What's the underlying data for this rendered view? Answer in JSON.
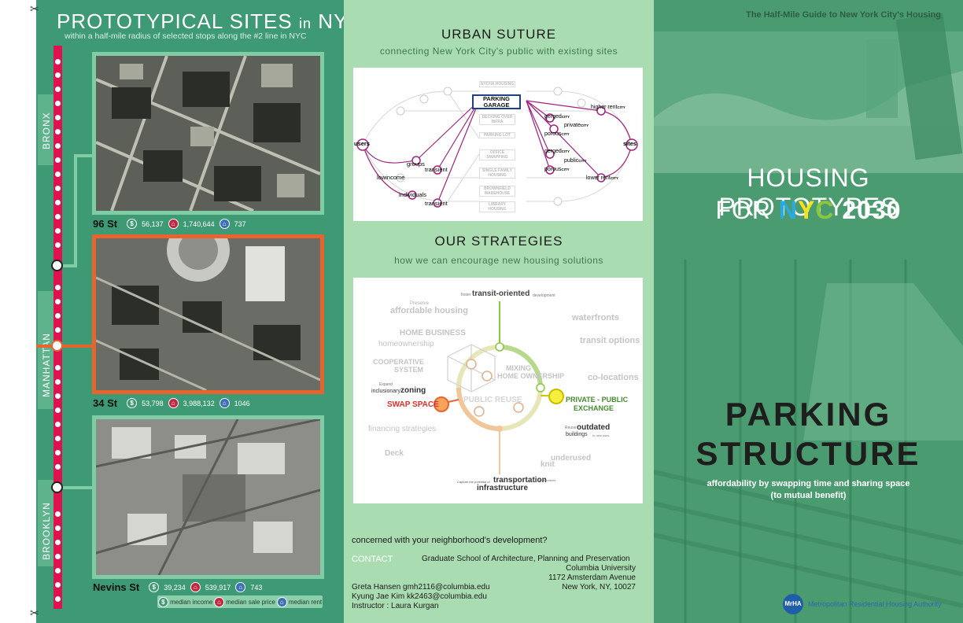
{
  "left": {
    "title_a": "PROTOTYPICAL SITES ",
    "title_in": "in",
    "title_b": " NYC",
    "subtitle": "within a half-mile radius of selected stops along the #2 line in NYC",
    "boroughs": [
      "BRONX",
      "MANHATTAN",
      "BROOKLYN"
    ],
    "sites": [
      {
        "name": "96 St",
        "income": "56,137",
        "sale": "1,740,644",
        "rent": "737"
      },
      {
        "name": "34 St",
        "income": "53,798",
        "sale": "3,988,132",
        "rent": "1046"
      },
      {
        "name": "Nevins St",
        "income": "39,234",
        "sale": "539,917",
        "rent": "743"
      }
    ],
    "legend": {
      "income": "median income",
      "sale": "median sale price",
      "rent": "median rent"
    },
    "icons": {
      "income": "dollar-icon",
      "sale": "house-icon",
      "rent": "apartment-icon"
    },
    "scissors": "✂"
  },
  "mid": {
    "suture_title": "URBAN SUTURE",
    "suture_sub": "connecting New York City's public with existing sites",
    "suture": {
      "users": "users",
      "groups": "groups",
      "lowincome": "lowincome",
      "individuals": "individuals",
      "transient1": "transient",
      "transient2": "transient",
      "sites": "sites",
      "center_boxes": [
        "NYCHA HOUSING",
        "PARKING GARAGE",
        "DECKING OVER INFRA",
        "PARKING LOT",
        "OFFICE SWAPPING",
        "SINGLE FAMILY HOUSING",
        "BROWNFIELD WAREHOUSE",
        "LIBRARY HOUSING"
      ],
      "right_labels": [
        "higher rent",
        "gerged",
        "private",
        "porous",
        "gerged",
        "public",
        "porous",
        "lower rent"
      ],
      "city": "CITY"
    },
    "strat_title": "OUR STRATEGIES",
    "strat_sub": "how we can encourage new housing solutions",
    "strat": {
      "transit_oriented": "transit-oriented",
      "foster": "foster",
      "development": "development",
      "preserve": "Preserve",
      "affordable_housing": "affordable housing",
      "home_business": "HOME BUSINESS",
      "homeownership": "homeownership",
      "waterfronts": "waterfronts",
      "transit_options": "transit options",
      "cooperative": "COOPERATIVE",
      "system": "SYSTEM",
      "mixing1": "MIXING",
      "mixing2": "HOME OWNERSHIP",
      "co_locations": "co-locations",
      "expand": "Expand",
      "zoning": "zoning",
      "inclusionary": "inclusionary",
      "swap_space": "SWAP SPACE",
      "public_reuse": "PUBLIC REUSE",
      "ppe1": "PRIVATE - PUBLIC",
      "ppe2": "EXCHANGE",
      "reuse": "Reuse",
      "outdated": "outdated",
      "buildings": "buildings",
      "to_new_uses": "to new uses",
      "financing": "financing strategies",
      "deck": "Deck",
      "underused": "underused",
      "knit": "knit",
      "capture": "Capture the potential of",
      "transportation": "transportation",
      "infrastructure": "infrastructure",
      "investments": "investments"
    },
    "concern": "concerned with your neighborhood's development?",
    "contact_label": "CONTACT",
    "address": [
      "Graduate School of Architecture, Planning and Preservation",
      "Columbia University",
      "1172 Amsterdam Avenue",
      "New York, NY,  10027"
    ],
    "people": [
      "Greta Hansen  gmh2116@columbia.edu",
      "Kyung Jae Kim  kk2463@columbia.edu",
      "Instructor : Laura Kurgan"
    ]
  },
  "right": {
    "guide": "The Half-Mile Guide to New York City's Housing",
    "hp1": "HOUSING PROTOTYPES",
    "hp2_for": "FOR ",
    "hp2_n": "N",
    "hp2_y": "Y",
    "hp2_c": "C",
    "hp2_year": " 2030",
    "parking": "PARKING",
    "structure": "STRUCTURE",
    "tag1": "affordability by swapping time and sharing space",
    "tag2": "(to mutual benefit)",
    "mrha": "MrHA",
    "mrha_full": "Metropolitan Residential Housing Authority"
  },
  "colors": {
    "panel_green": "#3e9a74",
    "line_red": "#e0114f",
    "active_orange": "#e8642f",
    "nyc_n": "#29abe2",
    "nyc_y": "#f7e11b",
    "nyc_c": "#8cc63f"
  }
}
